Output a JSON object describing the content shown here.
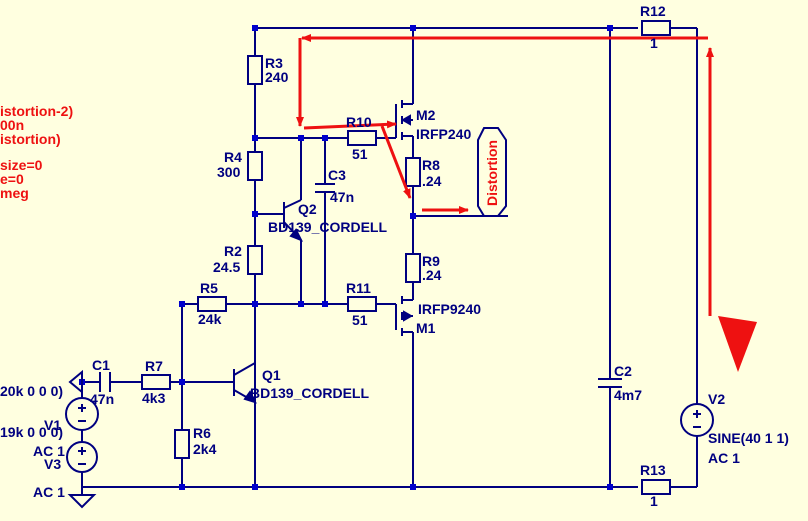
{
  "colors": {
    "background": "#ffffe0",
    "wire": "#000080",
    "node": "#0000cc",
    "annotation": "#ee1111"
  },
  "directives": [
    "istortion-2)",
    "00n",
    "istortion)",
    "size=0",
    "e=0",
    "meg"
  ],
  "net_label": "Distortion",
  "components": {
    "R3": {
      "name": "R3",
      "value": "240"
    },
    "R4": {
      "name": "R4",
      "value": "300"
    },
    "R2": {
      "name": "R2",
      "value": "24.5"
    },
    "R5": {
      "name": "R5",
      "value": "24k"
    },
    "R6": {
      "name": "R6",
      "value": "2k4"
    },
    "R7": {
      "name": "R7",
      "value": "4k3"
    },
    "R8": {
      "name": "R8",
      "value": ".24"
    },
    "R9": {
      "name": "R9",
      "value": ".24"
    },
    "R10": {
      "name": "R10",
      "value": "51"
    },
    "R11": {
      "name": "R11",
      "value": "51"
    },
    "R12": {
      "name": "R12",
      "value": "1"
    },
    "R13": {
      "name": "R13",
      "value": "1"
    },
    "C1": {
      "name": "C1",
      "value": "47n"
    },
    "C2": {
      "name": "C2",
      "value": "4m7"
    },
    "C3": {
      "name": "C3",
      "value": "47n"
    },
    "Q1": {
      "name": "Q1",
      "model": "BD139_CORDELL"
    },
    "Q2": {
      "name": "Q2",
      "model": "BD139_CORDELL"
    },
    "M1": {
      "name": "M1",
      "model": "IRFP9240"
    },
    "M2": {
      "name": "M2",
      "model": "IRFP240"
    },
    "V1": {
      "name": "V1",
      "spec": "20k 0 0 0)",
      "ac": "AC 1"
    },
    "V3": {
      "name": "V3",
      "spec": "19k 0 0 0)",
      "ac": "AC 1"
    },
    "V2": {
      "name": "V2",
      "spec": "SINE(40 1 1)",
      "ac": "AC 1"
    }
  }
}
